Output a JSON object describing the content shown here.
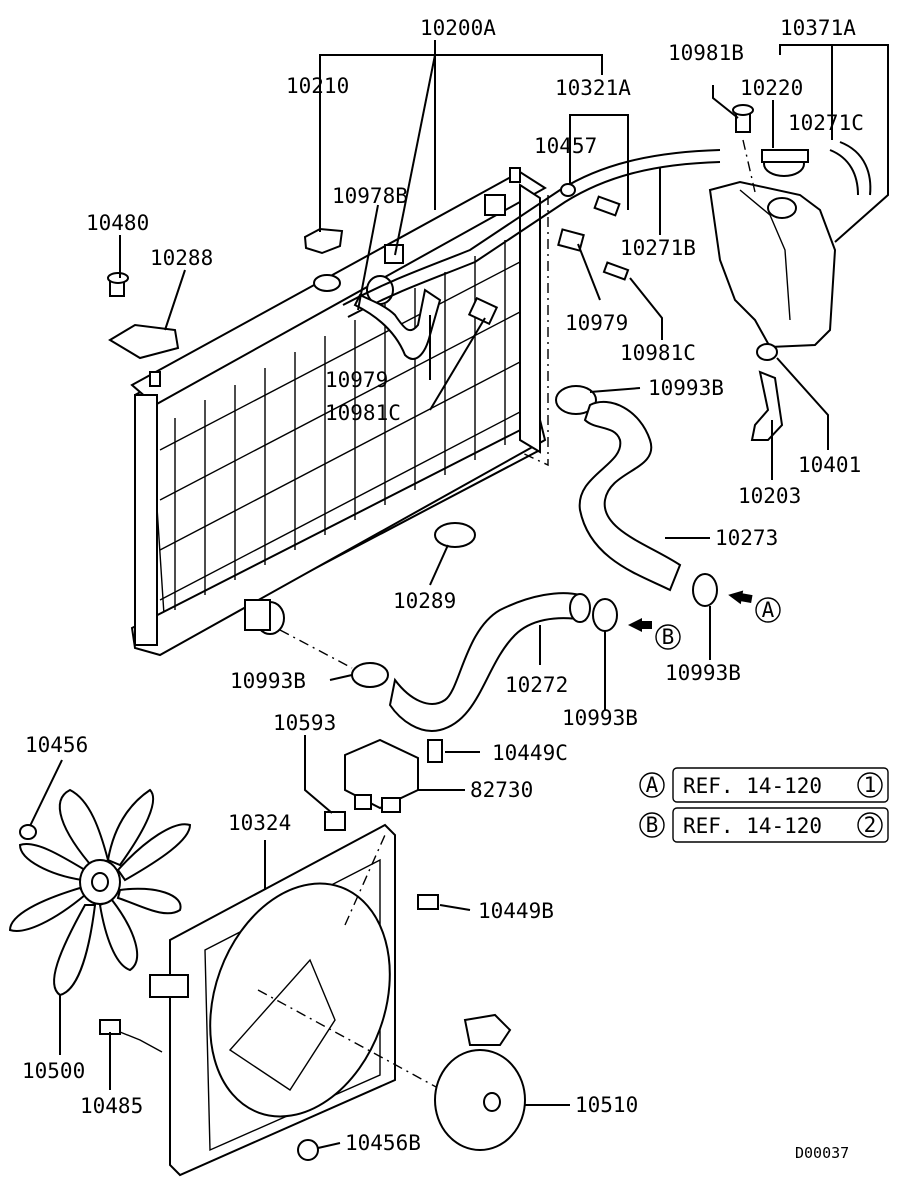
{
  "labels": {
    "p10200A": "10200A",
    "p10210": "10210",
    "p10321A": "10321A",
    "p10981B_top": "10981B",
    "p10371A": "10371A",
    "p10220": "10220",
    "p10271C": "10271C",
    "p10457": "10457",
    "p10978B": "10978B",
    "p10480": "10480",
    "p10288": "10288",
    "p10271B": "10271B",
    "p10979_a": "10979",
    "p10981C_a": "10981C",
    "p10979_b": "10979",
    "p10981C_b": "10981C",
    "p10993B_a": "10993B",
    "p10401": "10401",
    "p10203": "10203",
    "p10273": "10273",
    "p10289": "10289",
    "p10993B_b": "10993B",
    "p10272": "10272",
    "p10993B_c": "10993B",
    "p10993B_d": "10993B",
    "p10456": "10456",
    "p10593": "10593",
    "p10449C": "10449C",
    "p82730": "82730",
    "p10324": "10324",
    "p10449B": "10449B",
    "p10500": "10500",
    "p10485": "10485",
    "p10510": "10510",
    "p10456B": "10456B"
  },
  "connectors": {
    "a_letter": "A",
    "b_letter": "B"
  },
  "references": [
    {
      "letter": "A",
      "text": "REF. 14-120",
      "num": "1"
    },
    {
      "letter": "B",
      "text": "REF. 14-120",
      "num": "2"
    }
  ],
  "diagram_code": "D00037"
}
